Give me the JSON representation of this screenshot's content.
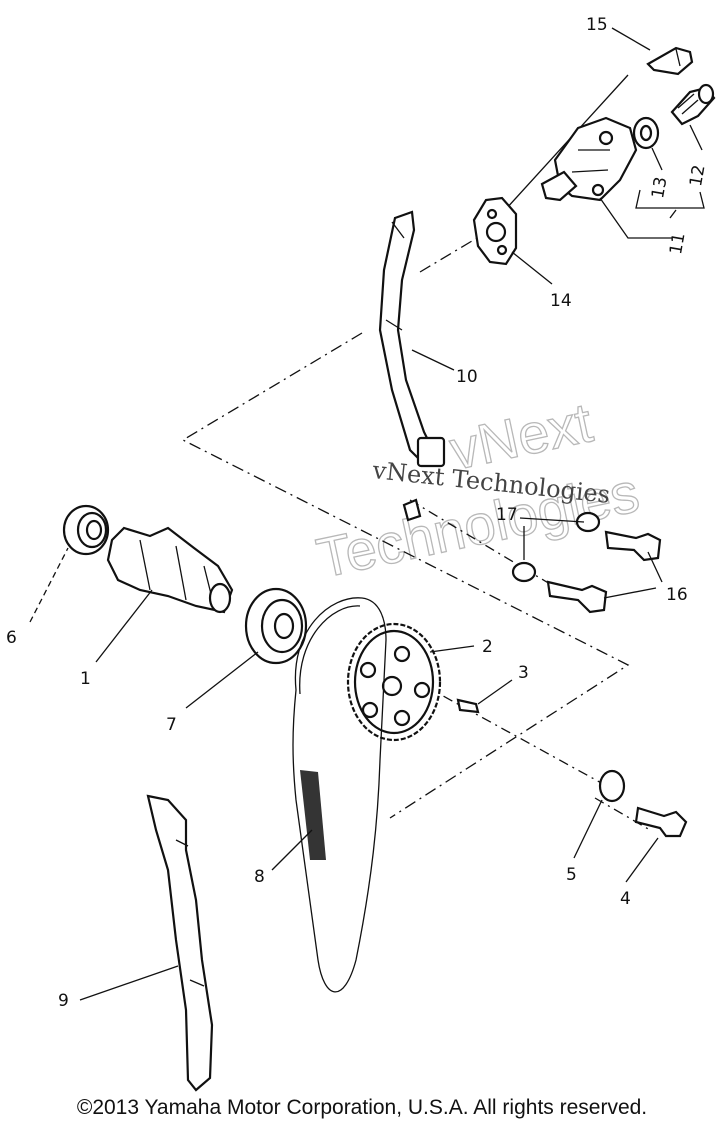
{
  "parts": [
    {
      "id": "p1",
      "label": "1"
    },
    {
      "id": "p2",
      "label": "2"
    },
    {
      "id": "p3",
      "label": "3"
    },
    {
      "id": "p4",
      "label": "4"
    },
    {
      "id": "p5",
      "label": "5"
    },
    {
      "id": "p6",
      "label": "6"
    },
    {
      "id": "p7",
      "label": "7"
    },
    {
      "id": "p8",
      "label": "8"
    },
    {
      "id": "p9",
      "label": "9"
    },
    {
      "id": "p10",
      "label": "10"
    },
    {
      "id": "p11",
      "label": "11"
    },
    {
      "id": "p12",
      "label": "12"
    },
    {
      "id": "p13",
      "label": "13"
    },
    {
      "id": "p14",
      "label": "14"
    },
    {
      "id": "p15",
      "label": "15"
    },
    {
      "id": "p16",
      "label": "16"
    },
    {
      "id": "p17",
      "label": "17"
    }
  ],
  "watermark": {
    "line1": "vNext",
    "line2": "Technologies",
    "serif_text": "vNext Technologies"
  },
  "copyright": "©2013 Yamaha Motor Corporation, U.S.A. All rights reserved."
}
